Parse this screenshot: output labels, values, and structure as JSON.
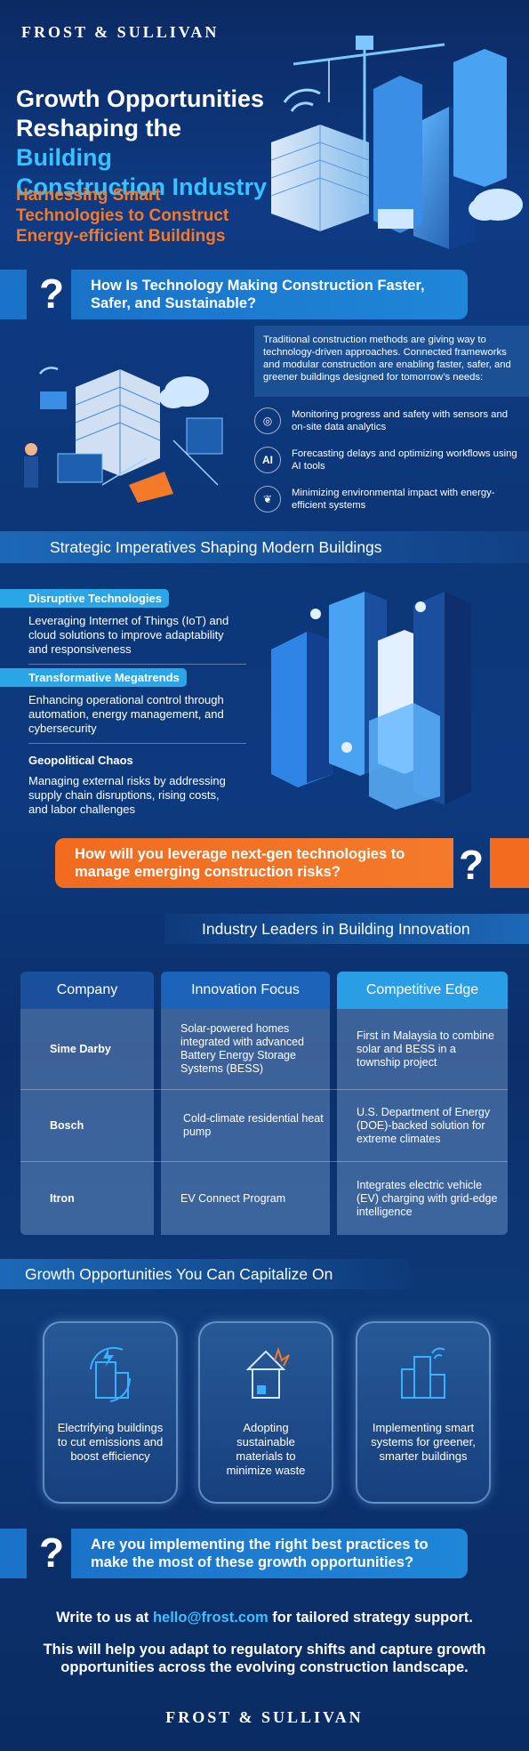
{
  "header": {
    "brand": "FROST & SULLIVAN",
    "title_line1": "Growth Opportunities",
    "title_line2_a": "Reshaping the ",
    "title_line2_b": "Building",
    "title_line3": "Construction Industry",
    "subtitle_line1": "Harnessing Smart",
    "subtitle_line2": "Technologies to Construct",
    "subtitle_line3": "Energy-efficient Buildings"
  },
  "q1": {
    "mark": "?",
    "line1": "How Is Technology Making Construction Faster,",
    "line2": "Safer, and Sustainable?"
  },
  "tech": {
    "intro": "Traditional construction methods are giving way to technology-driven approaches. Connected frameworks and modular construction are enabling faster, safer, and greener buildings designed for tomorrow’s needs:",
    "features": [
      {
        "icon": "sensor-icon",
        "glyph": "◎",
        "text": "Monitoring progress and safety with sensors and on-site data analytics"
      },
      {
        "icon": "ai-icon",
        "glyph": "AI",
        "text": "Forecasting delays and optimizing workflows using AI tools"
      },
      {
        "icon": "leaf-hands-icon",
        "glyph": "❦",
        "text": "Minimizing environmental impact with energy-efficient systems"
      }
    ]
  },
  "imperatives": {
    "heading": "Strategic Imperatives Shaping Modern Buildings",
    "items": [
      {
        "label": "Disruptive Technologies",
        "text": "Leveraging Internet of Things (IoT) and cloud solutions to improve adaptability and responsiveness"
      },
      {
        "label": "Transformative Megatrends",
        "text": "Enhancing operational control through automation, energy management, and cybersecurity"
      },
      {
        "label": "Geopolitical Chaos",
        "text": "Managing external risks by addressing supply chain disruptions, rising costs, and labor challenges"
      }
    ]
  },
  "q2": {
    "mark": "?",
    "line1": "How will you leverage next-gen technologies to",
    "line2": "manage emerging construction risks?"
  },
  "leaders": {
    "heading": "Industry Leaders in Building Innovation",
    "columns": [
      "Company",
      "Innovation Focus",
      "Competitive Edge"
    ],
    "rows": [
      {
        "company": "Sime Darby",
        "focus": "Solar-powered homes integrated with advanced Battery Energy Storage Systems (BESS)",
        "edge": "First in Malaysia to combine solar and BESS in a township project"
      },
      {
        "company": "Bosch",
        "focus": "Cold-climate residential heat pump",
        "edge": "U.S. Department of Energy (DOE)-backed solution for extreme climates"
      },
      {
        "company": "Itron",
        "focus": "EV Connect Program",
        "edge": "Integrates electric vehicle (EV) charging with grid-edge intelligence"
      }
    ]
  },
  "growth": {
    "heading": "Growth Opportunities You Can Capitalize On",
    "cards": [
      {
        "icon": "green-building-icon",
        "text": "Electrifying buildings to cut emissions and boost efficiency"
      },
      {
        "icon": "sustainable-materials-icon",
        "text": "Adopting sustainable materials to minimize waste"
      },
      {
        "icon": "smart-city-icon",
        "text": "Implementing smart systems for greener, smarter buildings"
      }
    ]
  },
  "q3": {
    "mark": "?",
    "line1": "Are you implementing the right best practices to",
    "line2": "make the most of these growth opportunities?"
  },
  "contact": {
    "line1_a": "Write to us at ",
    "email": "hello@frost.com",
    "line1_b": " for tailored strategy support.",
    "line2": "This will help you adapt to regulatory shifts and capture growth opportunities across the evolving construction landscape."
  },
  "footer": {
    "brand": "FROST & SULLIVAN"
  },
  "colors": {
    "accent_blue": "#38c2ff",
    "accent_orange": "#f47a2a",
    "bar_blue": "#1f86d8"
  }
}
